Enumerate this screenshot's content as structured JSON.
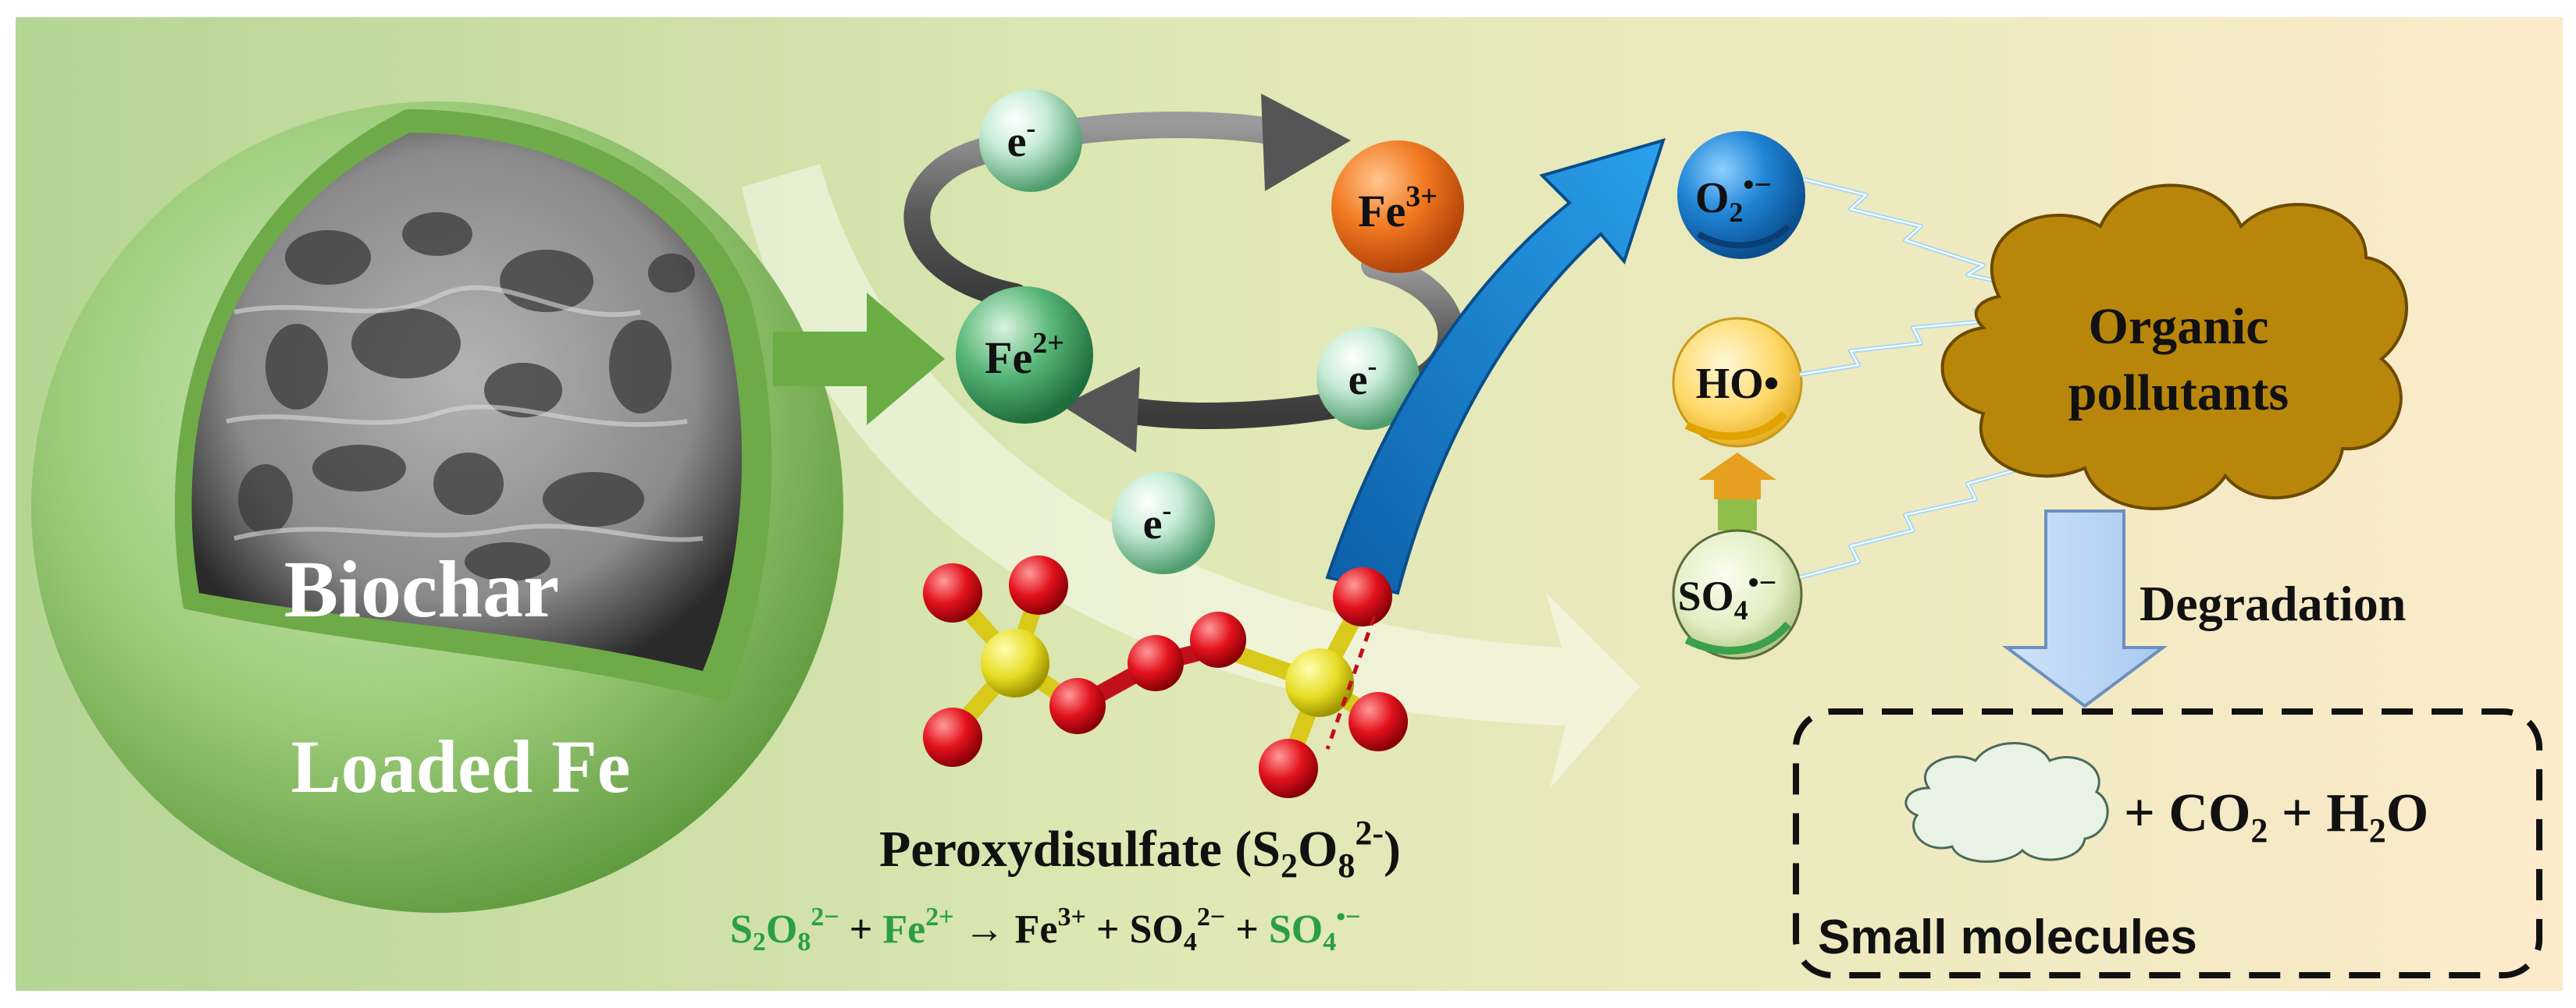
{
  "labels": {
    "biochar": "Biochar",
    "loaded_fe": "Loaded Fe",
    "electron": "e",
    "electron_sup": "-",
    "fe3": "Fe",
    "fe3_sup": "3+",
    "fe2": "Fe",
    "fe2_sup": "2+",
    "superoxide": "O",
    "superoxide_sub": "2",
    "superoxide_sup": "•−",
    "hydroxyl": "HO•",
    "sulfate_radical": "SO",
    "sulfate_radical_sub": "4",
    "sulfate_radical_sup": "•−",
    "organic": "Organic",
    "pollutants": "pollutants",
    "degradation": "Degradation",
    "small_molecules": "Small molecules",
    "products": "+ CO",
    "products_sub": "2",
    "products_mid": " + H",
    "products_sub2": "2",
    "products_end": "O",
    "pds_label": "Peroxydisulfate (S",
    "pds_sub1": "2",
    "pds_mid": "O",
    "pds_sub2": "8",
    "pds_sup": "2-",
    "pds_end": ")"
  },
  "equation": {
    "r1": "S",
    "r1_sub1": "2",
    "r1_mid": "O",
    "r1_sub2": "8",
    "r1_sup": "2−",
    "plus1": " + ",
    "r2": "Fe",
    "r2_sup": "2+",
    "arrow": " → ",
    "p1": "Fe",
    "p1_sup": "3+",
    "plus2": " +  ",
    "p2": "SO",
    "p2_sub": "4",
    "p2_sup": "2−",
    "plus3": " + ",
    "p3": "SO",
    "p3_sub": "4",
    "p3_sup": "•−"
  },
  "colors": {
    "bg_left": "#b9d89a",
    "bg_right": "#fbe9c8",
    "sphere_green": "#7fb35a",
    "fe3_orange": "#f07420",
    "fe2_green": "#3a9a5a",
    "electron_mint": "#bfe8cf",
    "o2_blue": "#1d7fd0",
    "hydroxyl_yellow": "#ffd54a",
    "sulfate_light": "#e7f0c9",
    "pollutant_brown": "#b8860b",
    "arrow_blue": "#1d8ad6",
    "equation_green": "#2aa040",
    "sulfur_yellow": "#e9e22a",
    "oxygen_red": "#e0101a"
  }
}
